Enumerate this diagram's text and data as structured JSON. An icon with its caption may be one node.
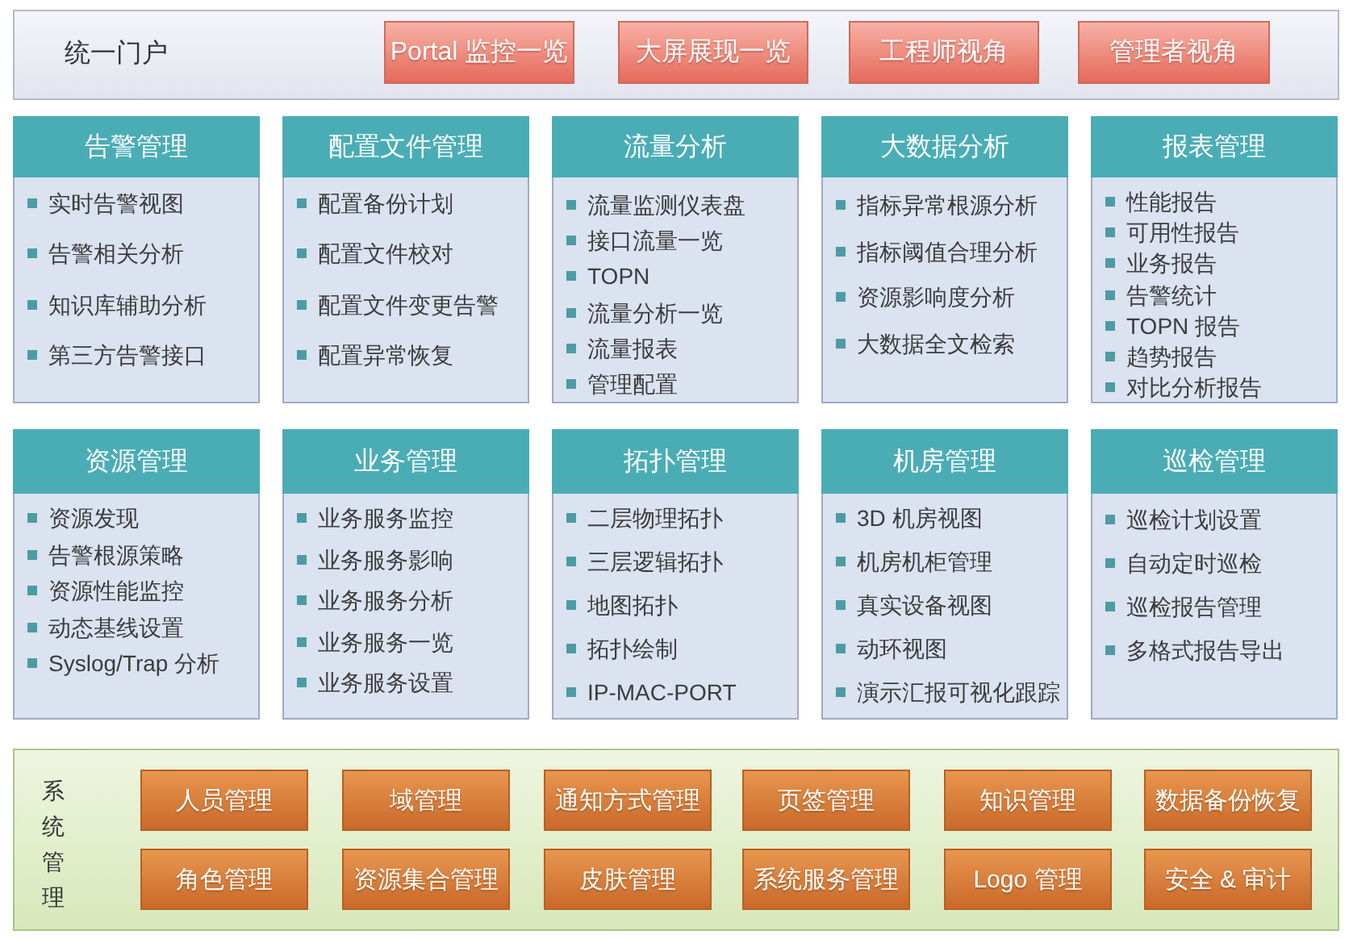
{
  "diagram": {
    "nodes": [
      {
        "text": [
          "统一门户"
        ]
      },
      {
        "text": [
          "Portal 监控一览"
        ],
        "in": 0
      },
      {
        "text": [
          "大屏展现一览"
        ],
        "in": 0
      },
      {
        "text": [
          "工程师视角"
        ],
        "in": 0
      },
      {
        "text": [
          "管理者视角"
        ],
        "in": 0
      },
      {
        "text": [
          "告警管理",
          "实时告警视图",
          "告警相关分析",
          "知识库辅助分析",
          "第三方告警接口"
        ]
      },
      {
        "text": [
          "配置文件管理",
          "配置备份计划",
          "配置文件校对",
          "配置文件变更告警",
          "配置异常恢复"
        ]
      },
      {
        "text": [
          "流量分析",
          "流量监测仪表盘",
          "接口流量一览",
          "TOPN",
          "流量分析一览",
          "流量报表",
          "管理配置"
        ]
      },
      {
        "text": [
          "大数据分析",
          "指标异常根源分析",
          "指标阈值合理分析",
          "资源影响度分析",
          "大数据全文检索"
        ]
      },
      {
        "text": [
          "报表管理",
          "性能报告",
          "可用性报告",
          "业务报告",
          "告警统计",
          "TOPN 报告",
          "趋势报告",
          "对比分析报告"
        ]
      },
      {
        "text": [
          "资源管理",
          "资源发现",
          "告警根源策略",
          "资源性能监控",
          "动态基线设置",
          "Syslog/Trap 分析"
        ]
      },
      {
        "text": [
          "业务管理",
          "业务服务监控",
          "业务服务影响",
          "业务服务分析",
          "业务服务一览",
          "业务服务设置"
        ]
      },
      {
        "text": [
          "拓扑管理",
          "二层物理拓扑",
          "三层逻辑拓扑",
          "地图拓扑",
          "拓扑绘制",
          "IP-MAC-PORT"
        ]
      },
      {
        "text": [
          "机房管理",
          "3D 机房视图",
          "机房机柜管理",
          "真实设备视图",
          "动环视图",
          "演示汇报可视化跟踪"
        ]
      },
      {
        "text": [
          "巡检管理",
          "巡检计划设置",
          "自动定时巡检",
          "巡检报告管理",
          "多格式报告导出"
        ]
      },
      {
        "text": [
          "系统管理"
        ]
      },
      {
        "text": [
          "人员管理"
        ],
        "in": 15
      },
      {
        "text": [
          "域管理"
        ],
        "in": 15
      },
      {
        "text": [
          "通知方式管理"
        ],
        "in": 15
      },
      {
        "text": [
          "页签管理"
        ],
        "in": 15
      },
      {
        "text": [
          "知识管理"
        ],
        "in": 15
      },
      {
        "text": [
          "数据备份恢复"
        ],
        "in": 15
      },
      {
        "text": [
          "角色管理"
        ],
        "in": 15
      },
      {
        "text": [
          "资源集合管理"
        ],
        "in": 15
      },
      {
        "text": [
          "皮肤管理"
        ],
        "in": 15
      },
      {
        "text": [
          "系统服务管理"
        ],
        "in": 15
      },
      {
        "text": [
          "Logo 管理"
        ],
        "in": 15
      },
      {
        "text": [
          "安全 & 审计"
        ],
        "in": 15
      }
    ]
  }
}
